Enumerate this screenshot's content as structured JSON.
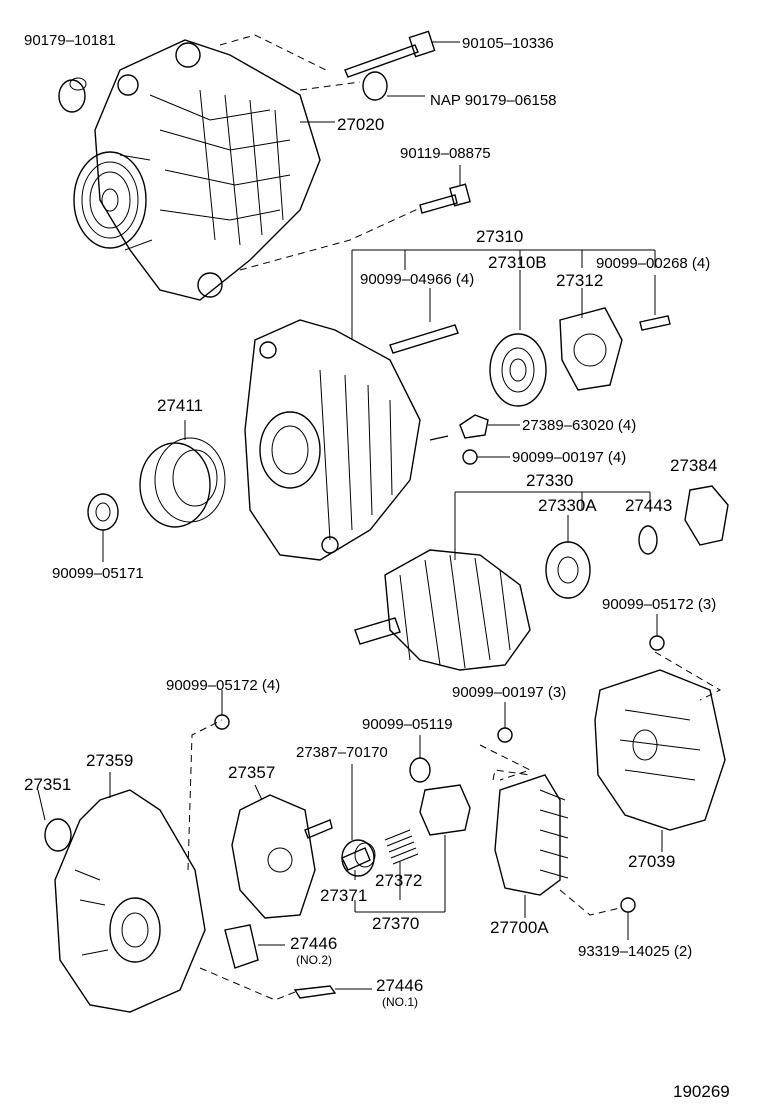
{
  "diagram": {
    "figure_number": "190269",
    "labels": {
      "p90179_10181": "90179–10181",
      "p90105_10336": "90105–10336",
      "p90179_06158": "NAP  90179–06158",
      "p27020": "27020",
      "p90119_08875": "90119–08875",
      "p27310": "27310",
      "p90099_04966": "90099–04966 (4)",
      "p27310B": "27310B",
      "p27312": "27312",
      "p90099_00268": "90099–00268 (4)",
      "p27411": "27411",
      "p27389_63020": "27389–63020 (4)",
      "p90099_00197a": "90099–00197 (4)",
      "p27384": "27384",
      "p27330": "27330",
      "p27330A": "27330A",
      "p27443": "27443",
      "p90099_05171": "90099–05171",
      "p90099_05172_3": "90099–05172 (3)",
      "p90099_05172_4": "90099–05172 (4)",
      "p90099_00197b": "90099–00197 (3)",
      "p90099_05119": "90099–05119",
      "p27387_70170": "27387–70170",
      "p27359": "27359",
      "p27357": "27357",
      "p27351": "27351",
      "p27372": "27372",
      "p27371": "27371",
      "p27370": "27370",
      "p27700A": "27700A",
      "p27039": "27039",
      "p93319_14025": "93319–14025 (2)",
      "p27446_no2": "27446",
      "p27446_no2_sub": "(NO.2)",
      "p27446_no1": "27446",
      "p27446_no1_sub": "(NO.1)"
    }
  }
}
